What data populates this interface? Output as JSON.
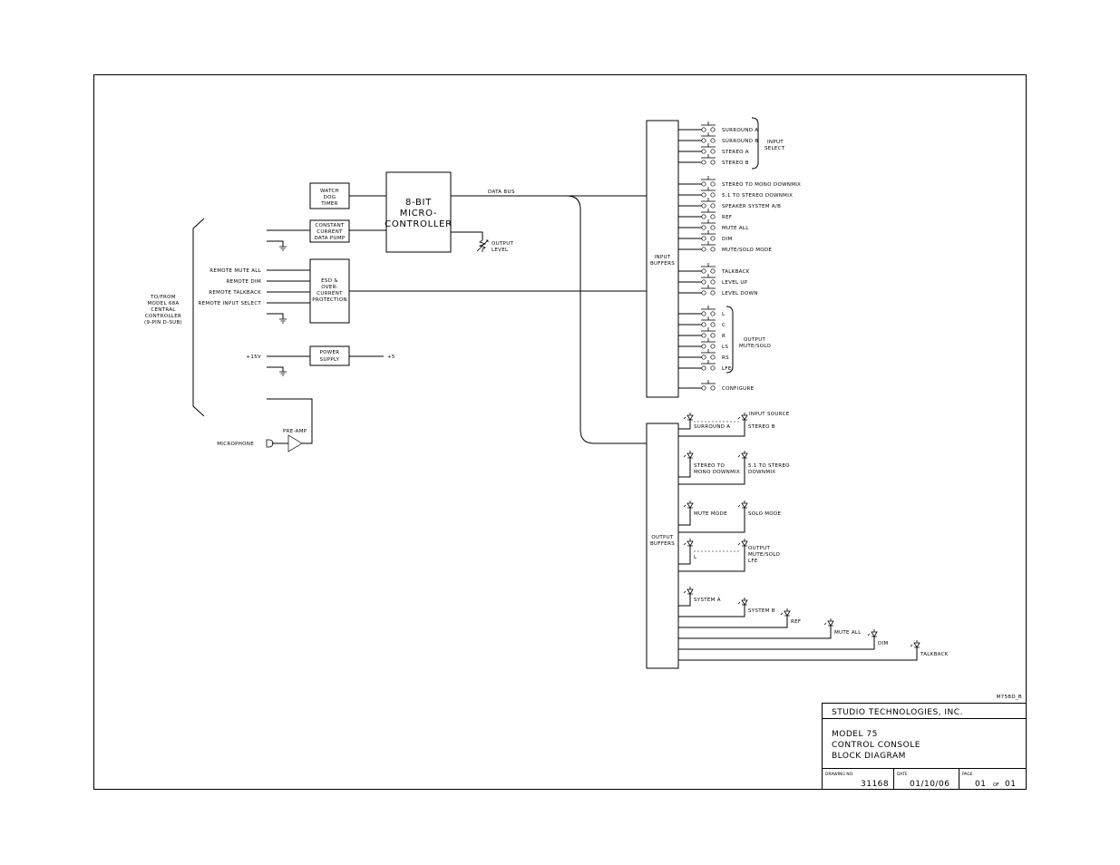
{
  "drawing_id": "M75BD_B",
  "title_block": {
    "company": "STUDIO TECHNOLOGIES, INC.",
    "title_lines": [
      "MODEL 75",
      "CONTROL CONSOLE",
      "BLOCK DIAGRAM"
    ],
    "drawing_no_label": "DRAWING NO.",
    "drawing_no": "31168",
    "date_label": "DATE",
    "date": "01/10/06",
    "page_label": "PAGE",
    "page": "01",
    "page_of": "OF",
    "page_total": "01"
  },
  "blocks": {
    "microcontroller": [
      "8-BIT",
      "MICRO-",
      "CONTROLLER"
    ],
    "watchdog": [
      "WATCH",
      "DOG",
      "TIMER"
    ],
    "data_pump": [
      "CONSTANT",
      "CURRENT",
      "DATA PUMP"
    ],
    "esd": [
      "ESD &",
      "OVER-",
      "CURRENT",
      "PROTECTION"
    ],
    "power_supply": [
      "POWER",
      "SUPPLY"
    ],
    "input_buffers": [
      "INPUT",
      "BUFFERS"
    ],
    "output_buffers": [
      "OUTPUT",
      "BUFFERS"
    ],
    "preamp": "PRE-AMP"
  },
  "labels": {
    "data_bus": "DATA BUS",
    "output_level": [
      "OUTPUT",
      "LEVEL"
    ],
    "controller_link": [
      "TO/FROM",
      "MODEL 68A",
      "CENTRAL",
      "CONTROLLER",
      "(9-PIN D-SUB)"
    ],
    "remote_signals": [
      "REMOTE MUTE ALL",
      "REMOTE DIM",
      "REMOTE TALKBACK",
      "REMOTE INPUT SELECT"
    ],
    "supply_in": "+15V",
    "supply_out": "+5",
    "microphone": "MICROPHONE",
    "input_select": [
      "INPUT",
      "SELECT"
    ],
    "output_mute_solo": [
      "OUTPUT",
      "MUTE/SOLO"
    ]
  },
  "switches": {
    "input_select": [
      "SURROUND A",
      "SURROUND B",
      "STEREO A",
      "STEREO B"
    ],
    "functions": [
      "STEREO TO MONO DOWNMIX",
      "5.1 TO STEREO DOWNMIX",
      "SPEAKER SYSTEM A/B",
      "REF",
      "MUTE ALL",
      "DIM",
      "MUTE/SOLO MODE"
    ],
    "talkback_level": [
      "TALKBACK",
      "LEVEL UP",
      "LEVEL DOWN"
    ],
    "channels": [
      "L",
      "C",
      "R",
      "LS",
      "RS",
      "LFE"
    ],
    "configure": "CONFIGURE"
  },
  "leds": {
    "input_source": {
      "left": "SURROUND A",
      "right_title": "INPUT SOURCE",
      "right": "STEREO B"
    },
    "downmix": {
      "left": [
        "STEREO TO",
        "MONO DOWNMIX"
      ],
      "right": [
        "5.1 TO STEREO",
        "DOWNMIX"
      ]
    },
    "mode": {
      "left": "MUTE MODE",
      "right": "SOLO MODE"
    },
    "mute_solo": {
      "left": "L",
      "right": [
        "OUTPUT",
        "MUTE/SOLO",
        "LFE"
      ]
    },
    "system_a": "SYSTEM A",
    "system_b": "SYSTEM B",
    "ref": "REF",
    "mute_all": "MUTE ALL",
    "dim": "DIM",
    "talkback": "TALKBACK"
  }
}
